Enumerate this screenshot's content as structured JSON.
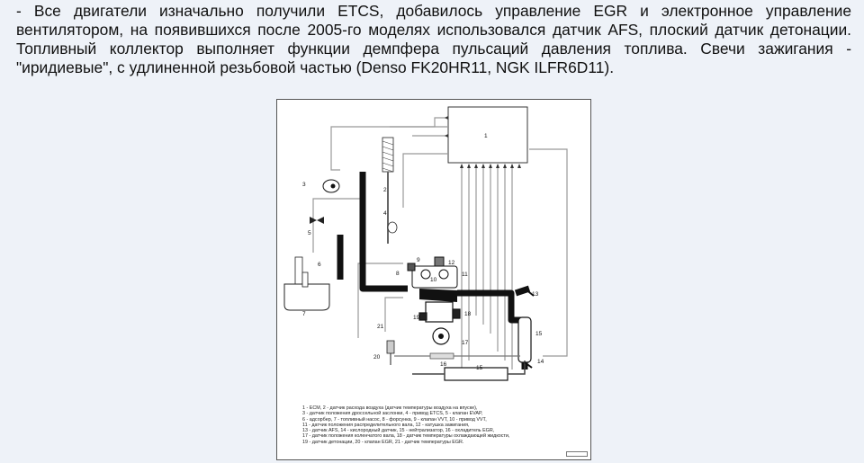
{
  "paragraph": "- Все двигатели изначально получили ETCS, добавилось управление EGR и электронное управление вентилятором, на появившихся после 2005-го моделях использовался датчик AFS, плоский датчик детонации. Топливный коллектор выполняет функции демпфера пульсаций давления топлива. Свечи зажигания - \"иридиевые\", с удлиненной резьбовой частью (Denso FK20HR11, NGK ILFR6D11).",
  "diagram": {
    "labels": {
      "n1": "1",
      "n2": "2",
      "n3": "3",
      "n4": "4",
      "n5": "5",
      "n6": "6",
      "n7": "7",
      "n8": "8",
      "n9": "9",
      "n10": "10",
      "n11": "11",
      "n12": "12",
      "n13": "13",
      "n14": "14",
      "n15a": "15",
      "n15b": "15",
      "n16": "16",
      "n17": "17",
      "n18": "18",
      "n19": "19",
      "n20": "20",
      "n21": "21"
    },
    "caption_lines": [
      "1 - ECM, 2 - датчик расхода воздуха (датчик температуры воздуха на впуске),",
      "3 - датчик положения дроссельной заслонки, 4 - привод ETCS, 5 - клапан EVAP,",
      "6 - адсорбер, 7 - топливный насос, 8 - форсунка, 9 - клапан VVT, 10 - привод VVT,",
      "11 - датчик положения распределительного вала, 12 - катушка зажигания,",
      "13 - датчик AFS, 14 - кислородный датчик, 15 - нейтрализатор, 16 - охладитель EGR,",
      "17 - датчик положения коленчатого вала, 18 - датчик температуры охлаждающей жидкости,",
      "19 - датчик детонации, 20 - клапан EGR, 21 - датчик температуры EGR."
    ]
  }
}
